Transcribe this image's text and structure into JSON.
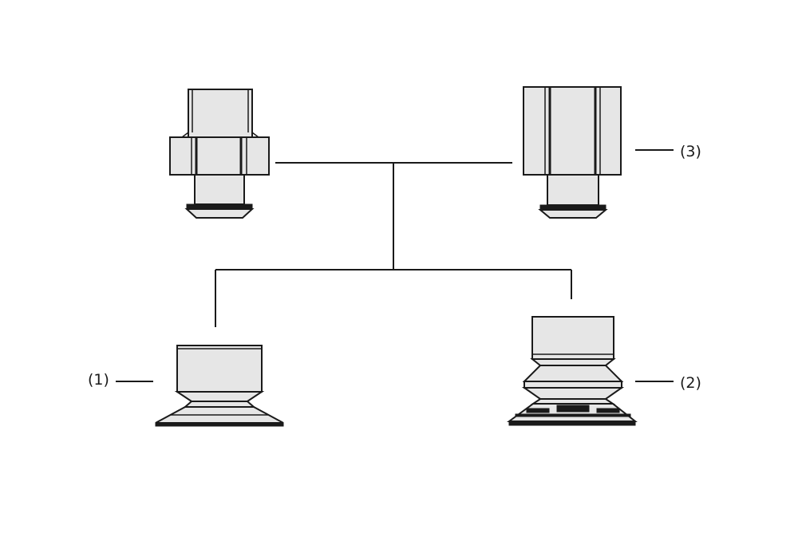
{
  "labels": {
    "part1": "(1)",
    "part2": "(2)",
    "part3": "(3)"
  },
  "icons": {
    "top_left": "fitting-with-hex-nut-icon",
    "top_right": "square-adapter-block-icon",
    "bottom_left": "flat-suction-cup-icon",
    "bottom_right": "bellows-suction-cup-icon"
  }
}
